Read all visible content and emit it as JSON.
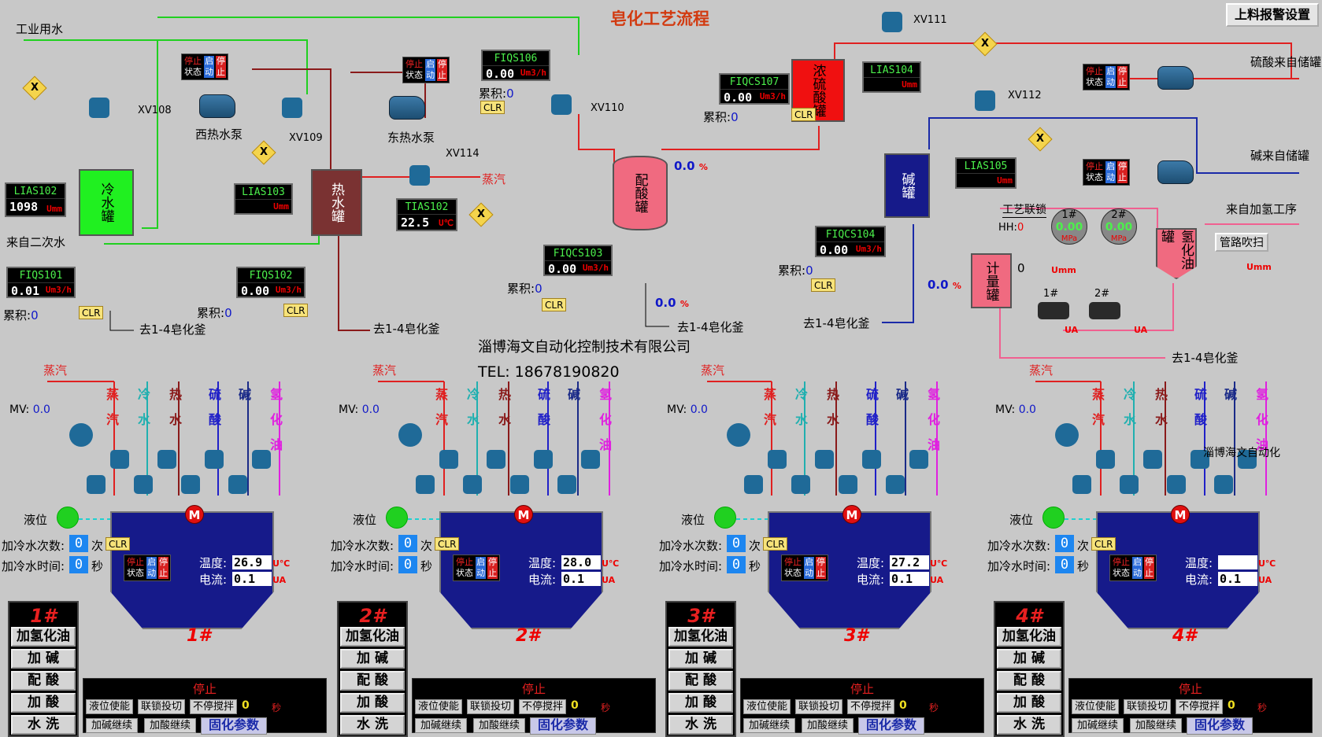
{
  "title": "皂化工艺流程",
  "alarm_button": "上料报警设置",
  "company": "淄博海文自动化控制技术有限公司",
  "tel": "TEL:  18678190820",
  "watermark": "淄博海文自动化",
  "labels": {
    "industrial_water": "工业用水",
    "secondary_source": "来自二次水",
    "west_pump": "西热水泵",
    "east_pump": "东热水泵",
    "steam": "蒸汽",
    "sulfuric_in": "硫酸来自储罐",
    "alkali_in": "碱来自储罐",
    "hydro_in": "来自加氢工序",
    "pipe_purge": "管路吹扫",
    "interlock": "工艺联锁",
    "to_kettle": "去1-4皂化釜",
    "cumulative": "累积:",
    "cum_value": "0",
    "hh": "HH:",
    "hh_value": "0",
    "meter_side": "0",
    "pump_1": "1#",
    "pump_2": "2#"
  },
  "valves": {
    "xv108": "XV108",
    "xv109": "XV109",
    "xv110": "XV110",
    "xv111": "XV111",
    "xv112": "XV112",
    "xv114": "XV114"
  },
  "tanks": {
    "cold": "冷水罐",
    "hot": "热水罐",
    "acid_mix": "配酸罐",
    "conc_sulfuric": "浓硫酸罐",
    "alkali": "碱罐",
    "metering": "计量罐",
    "hydro_oil": "氢化油罐"
  },
  "instruments": {
    "lias102": {
      "name": "LIAS102",
      "value": "1098",
      "unit": "Umm"
    },
    "lias103": {
      "name": "LIAS103",
      "value": "",
      "unit": "Umm"
    },
    "fiqs101": {
      "name": "FIQS101",
      "value": "0.01",
      "unit": "Um3/h"
    },
    "fiqs102": {
      "name": "FIQS102",
      "value": "0.00",
      "unit": "Um3/h"
    },
    "tias102": {
      "name": "TIAS102",
      "value": "22.5",
      "unit": "U℃"
    },
    "fiqs106": {
      "name": "FIQS106",
      "value": "0.00",
      "unit": "Um3/h"
    },
    "fiqcs107": {
      "name": "FIQCS107",
      "value": "0.00",
      "unit": "Um3/h"
    },
    "fiqcs103": {
      "name": "FIQCS103",
      "value": "0.00",
      "unit": "Um3/h"
    },
    "lias104": {
      "name": "LIAS104",
      "value": "",
      "unit": "Umm"
    },
    "lias105": {
      "name": "LIAS105",
      "value": "",
      "unit": "Umm"
    },
    "fiqcs104": {
      "name": "FIQCS104",
      "value": "0.00",
      "unit": "Um3/h"
    }
  },
  "pct": {
    "v107": "0.0",
    "v103": "0.0",
    "v104": "0.0",
    "unit": "%"
  },
  "gauges": [
    {
      "label": "1#",
      "value": "0.00",
      "unit": "MPa"
    },
    {
      "label": "2#",
      "value": "0.00",
      "unit": "MPa"
    }
  ],
  "small_units": {
    "umm": "Umm",
    "ua": "UA"
  },
  "ctl": {
    "stop": "停止",
    "state": "状态",
    "start": "启动",
    "halt": "停止"
  },
  "clr": "CLR",
  "lines": [
    "蒸汽",
    "冷水",
    "热水",
    "硫酸",
    "碱",
    "氢化油"
  ],
  "reactor_text": {
    "mv": "MV:",
    "level": "液位",
    "add_count": "加冷水次数:",
    "count_unit": "次",
    "add_time": "加冷水时间:",
    "time_unit": "秒",
    "temp": "温度:",
    "current": "电流:",
    "temp_unit": "U℃",
    "cur_unit": "UA",
    "motor": "M"
  },
  "reactors": [
    {
      "id": "1#",
      "mv": "0.0",
      "count": "0",
      "time": "0",
      "temp": "26.9",
      "current": "0.1",
      "seconds": "0"
    },
    {
      "id": "2#",
      "mv": "0.0",
      "count": "0",
      "time": "0",
      "temp": "28.0",
      "current": "0.1",
      "seconds": "0"
    },
    {
      "id": "3#",
      "mv": "0.0",
      "count": "0",
      "time": "0",
      "temp": "27.2",
      "current": "0.1",
      "seconds": "0"
    },
    {
      "id": "4#",
      "mv": "0.0",
      "count": "0",
      "time": "0",
      "temp": "",
      "current": "0.1",
      "seconds": "0"
    }
  ],
  "panel_buttons": [
    "加氢化油",
    "加  碱",
    "配  酸",
    "加  酸",
    "水  洗"
  ],
  "bottom": {
    "stop": "停止",
    "level_enable": "液位使能",
    "interlock_cut": "联锁投切",
    "continuous": "不停搅拌",
    "sec": "秒",
    "alkali_cont": "加碱继续",
    "acid_cont": "加酸继续",
    "params": "固化参数"
  },
  "colors": {
    "steam": "#e02020",
    "cold": "#20b0b0",
    "hot": "#8a1a1a",
    "acid": "#2020c8",
    "alkali": "#1a2a88",
    "oil": "#e020e0",
    "green_pipe": "#20d020"
  }
}
